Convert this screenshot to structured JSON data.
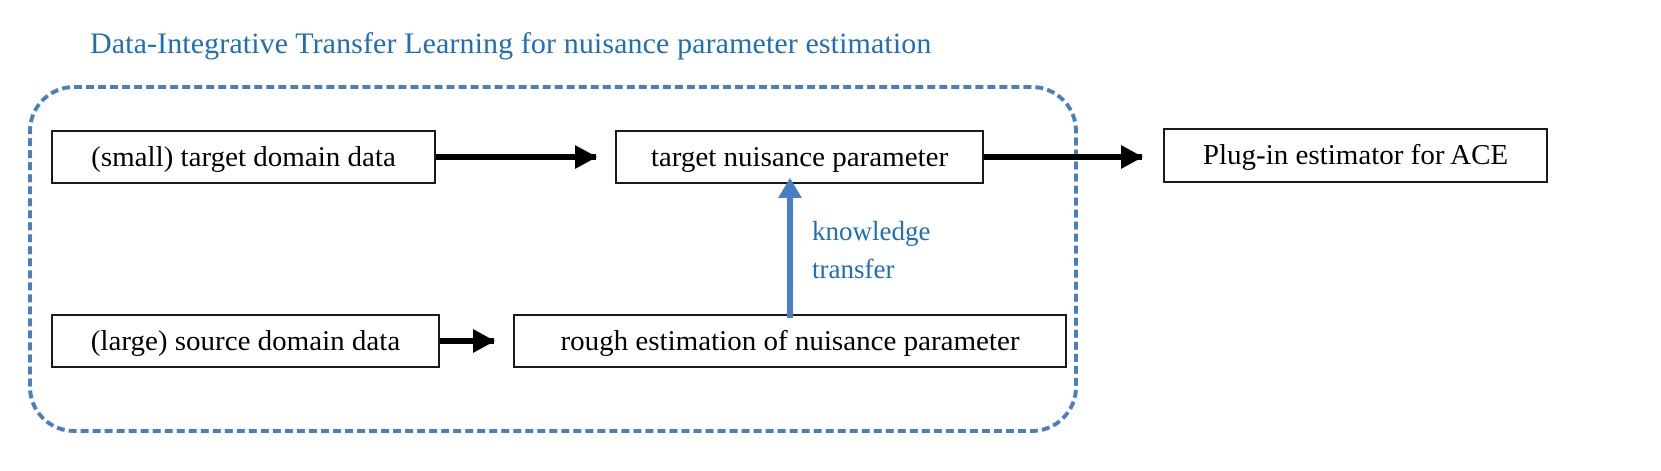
{
  "diagram": {
    "title": "Data-Integrative Transfer Learning for nuisance parameter estimation",
    "colors": {
      "accent_blue": "#1f6fb8",
      "dashed_border_blue": "#4a7ec4",
      "node_border": "#1a1a1a",
      "arrow_black": "#000000",
      "background": "#ffffff"
    },
    "nodes": [
      {
        "id": "target-data",
        "label": "(small) target domain data"
      },
      {
        "id": "target-nuisance",
        "label": "target nuisance parameter"
      },
      {
        "id": "plugin-estimator",
        "label": "Plug-in estimator for ACE"
      },
      {
        "id": "source-data",
        "label": "(large) source domain data"
      },
      {
        "id": "rough-estimation",
        "label": "rough estimation of nuisance parameter"
      }
    ],
    "edges": [
      {
        "id": "target-data-to-nuisance",
        "from": "target-data",
        "to": "target-nuisance",
        "color": "black",
        "direction": "right",
        "label": ""
      },
      {
        "id": "nuisance-to-plugin",
        "from": "target-nuisance",
        "to": "plugin-estimator",
        "color": "black",
        "direction": "right",
        "label": ""
      },
      {
        "id": "source-to-rough",
        "from": "source-data",
        "to": "rough-estimation",
        "color": "black",
        "direction": "right",
        "label": ""
      },
      {
        "id": "knowledge-transfer",
        "from": "rough-estimation",
        "to": "target-nuisance",
        "color": "blue",
        "direction": "up",
        "label": "knowledge\ntransfer"
      }
    ],
    "region": {
      "id": "transfer-learning-region",
      "style": "dashed-rounded-rectangle",
      "label": ""
    }
  }
}
